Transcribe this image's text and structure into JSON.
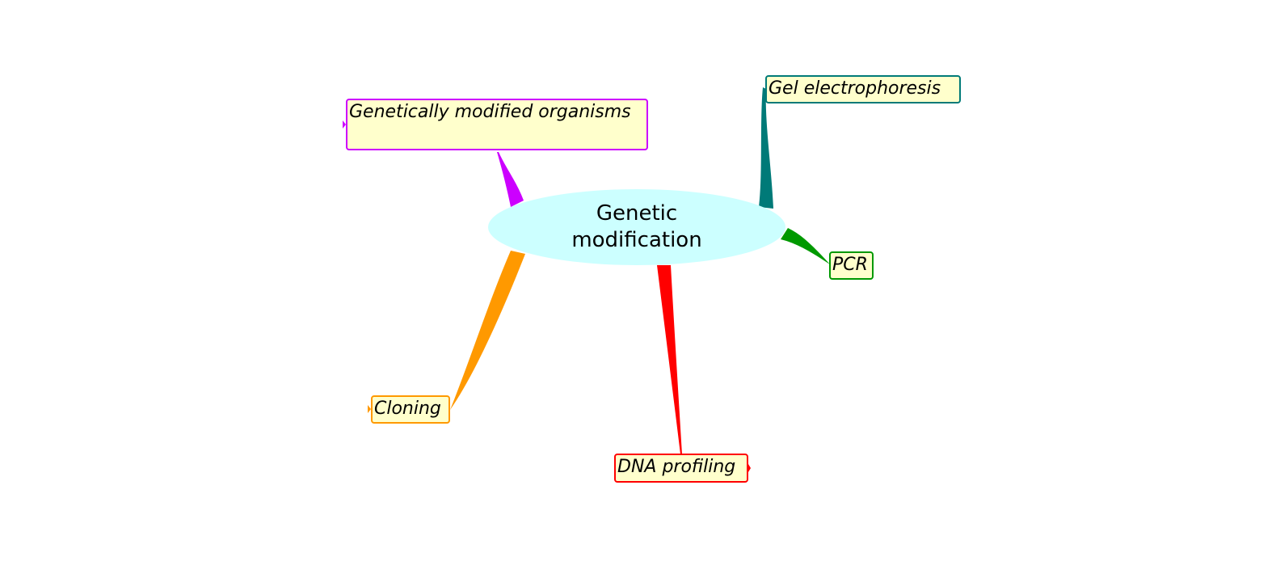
{
  "central": {
    "label": "Genetic\nmodification",
    "fill": "#ccffff",
    "text_color": "#000000"
  },
  "topics": [
    {
      "id": "gmo",
      "label": "Genetically modified organisms",
      "color": "#cc00ff",
      "fill": "#ffffcc"
    },
    {
      "id": "gel",
      "label": "Gel electrophoresis",
      "color": "#007a78",
      "fill": "#ffffcc"
    },
    {
      "id": "pcr",
      "label": "PCR",
      "color": "#009900",
      "fill": "#ffffcc"
    },
    {
      "id": "dna",
      "label": "DNA profiling",
      "color": "#ff0000",
      "fill": "#ffffcc"
    },
    {
      "id": "clone",
      "label": "Cloning",
      "color": "#ff9900",
      "fill": "#ffffcc"
    }
  ]
}
